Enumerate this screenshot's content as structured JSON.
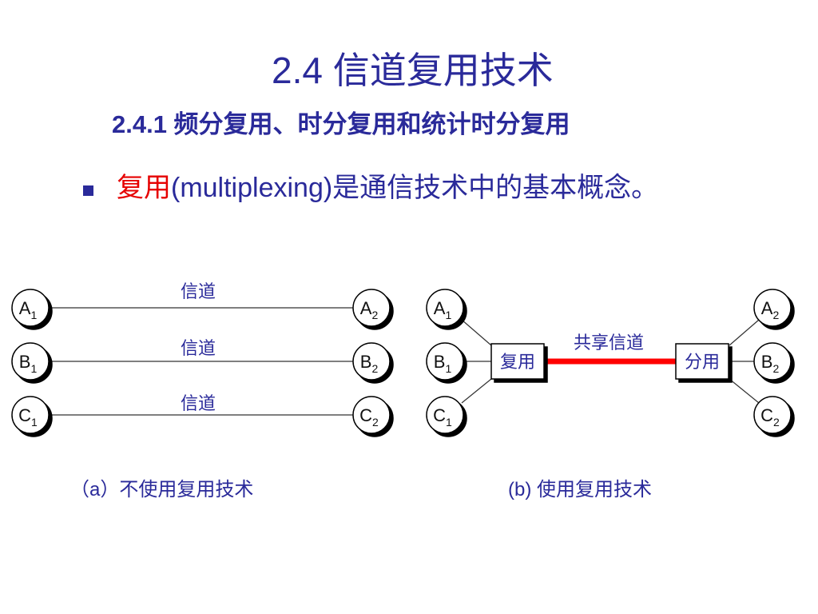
{
  "title": "2.4  信道复用技术",
  "subtitle": "2.4.1  频分复用、时分复用和统计时分复用",
  "bullet": {
    "term": "复用",
    "text": "(multiplexing)是通信技术中的基本概念。"
  },
  "diagram_a": {
    "channel_label": "信道",
    "caption": "（a）不使用复用技术",
    "left_nodes": [
      {
        "letter": "A",
        "sub": "1"
      },
      {
        "letter": "B",
        "sub": "1"
      },
      {
        "letter": "C",
        "sub": "1"
      }
    ],
    "right_nodes": [
      {
        "letter": "A",
        "sub": "2"
      },
      {
        "letter": "B",
        "sub": "2"
      },
      {
        "letter": "C",
        "sub": "2"
      }
    ]
  },
  "diagram_b": {
    "mux_label": "复用",
    "demux_label": "分用",
    "shared_label": "共享信道",
    "caption": "(b) 使用复用技术",
    "left_nodes": [
      {
        "letter": "A",
        "sub": "1"
      },
      {
        "letter": "B",
        "sub": "1"
      },
      {
        "letter": "C",
        "sub": "1"
      }
    ],
    "right_nodes": [
      {
        "letter": "A",
        "sub": "2"
      },
      {
        "letter": "B",
        "sub": "2"
      },
      {
        "letter": "C",
        "sub": "2"
      }
    ]
  },
  "colors": {
    "text": "#2a2a9a",
    "highlight": "#e60000",
    "shared_channel": "#ff0000"
  }
}
